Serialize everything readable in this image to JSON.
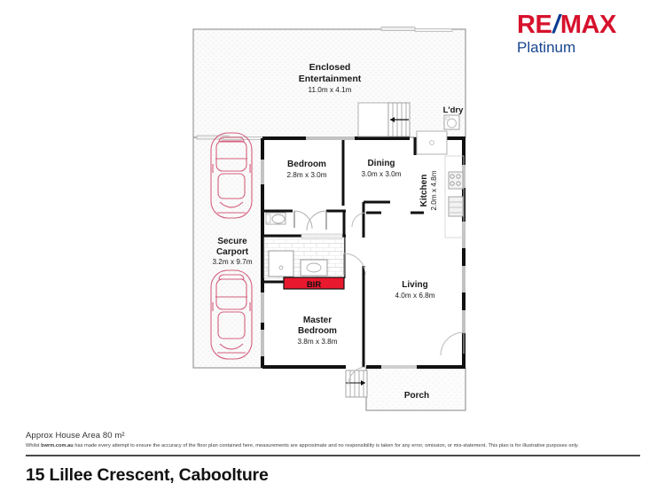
{
  "brand": {
    "logo_re": "RE",
    "logo_slash": "/",
    "logo_max": "MAX",
    "logo_sub": "Platinum",
    "color_red": "#d6122c",
    "color_blue": "#17458f"
  },
  "floorplan": {
    "rooms": [
      {
        "id": "enclosed-entertainment",
        "name": "Enclosed\nEntertainment",
        "line1": "Enclosed",
        "line2": "Entertainment",
        "dims": "11.0m x 4.1m"
      },
      {
        "id": "laundry",
        "name": "L'dry",
        "line1": "L'dry",
        "dims": ""
      },
      {
        "id": "bedroom",
        "name": "Bedroom",
        "line1": "Bedroom",
        "dims": "2.8m x 3.0m"
      },
      {
        "id": "dining",
        "name": "Dining",
        "line1": "Dining",
        "dims": "3.0m x 3.0m"
      },
      {
        "id": "kitchen",
        "name": "Kitchen",
        "line1": "Kitchen",
        "dims": "2.0m x 4.8m"
      },
      {
        "id": "secure-carport",
        "name": "Secure Carport",
        "line1": "Secure",
        "line2": "Carport",
        "dims": "3.2m x 9.7m"
      },
      {
        "id": "living",
        "name": "Living",
        "line1": "Living",
        "dims": "4.0m x 6.8m"
      },
      {
        "id": "master-bedroom",
        "name": "Master Bedroom",
        "line1": "Master",
        "line2": "Bedroom",
        "dims": "3.8m x 3.8m"
      },
      {
        "id": "porch",
        "name": "Porch",
        "line1": "Porch",
        "dims": ""
      },
      {
        "id": "bir",
        "name": "BIR",
        "line1": "BIR",
        "dims": ""
      }
    ],
    "labels": {
      "entertainment_l1": "Enclosed",
      "entertainment_l2": "Entertainment",
      "entertainment_dims": "11.0m x 4.1m",
      "laundry": "L'dry",
      "bedroom": "Bedroom",
      "bedroom_dims": "2.8m x 3.0m",
      "dining": "Dining",
      "dining_dims": "3.0m x 3.0m",
      "kitchen": "Kitchen",
      "kitchen_dims": "2.0m x 4.8m",
      "carport_l1": "Secure",
      "carport_l2": "Carport",
      "carport_dims": "3.2m x 9.7m",
      "living": "Living",
      "living_dims": "4.0m x 6.8m",
      "master_l1": "Master",
      "master_l2": "Bedroom",
      "master_dims": "3.8m x 3.8m",
      "porch": "Porch",
      "bir": "BIR"
    },
    "colors": {
      "wall": "#111111",
      "thin_wall": "#9a9a9a",
      "window": "#b9b9b9",
      "car_outline": "#d4607f",
      "bir_fill": "#e8182e",
      "hatch": "#e9e9e9"
    }
  },
  "footer": {
    "area_text": "Approx House Area 80 m²",
    "disclaimer_prefix": "Whilst ",
    "disclaimer_domain": "bwrm.com.au",
    "disclaimer_rest": " has made every attempt to ensure the accuracy of the floor plan contained here, measurements are approximate and no responsibility is taken for any error, omission, or mis-statement. This plan is for illustrative purposes only.",
    "address": "15 Lillee Crescent, Caboolture"
  }
}
